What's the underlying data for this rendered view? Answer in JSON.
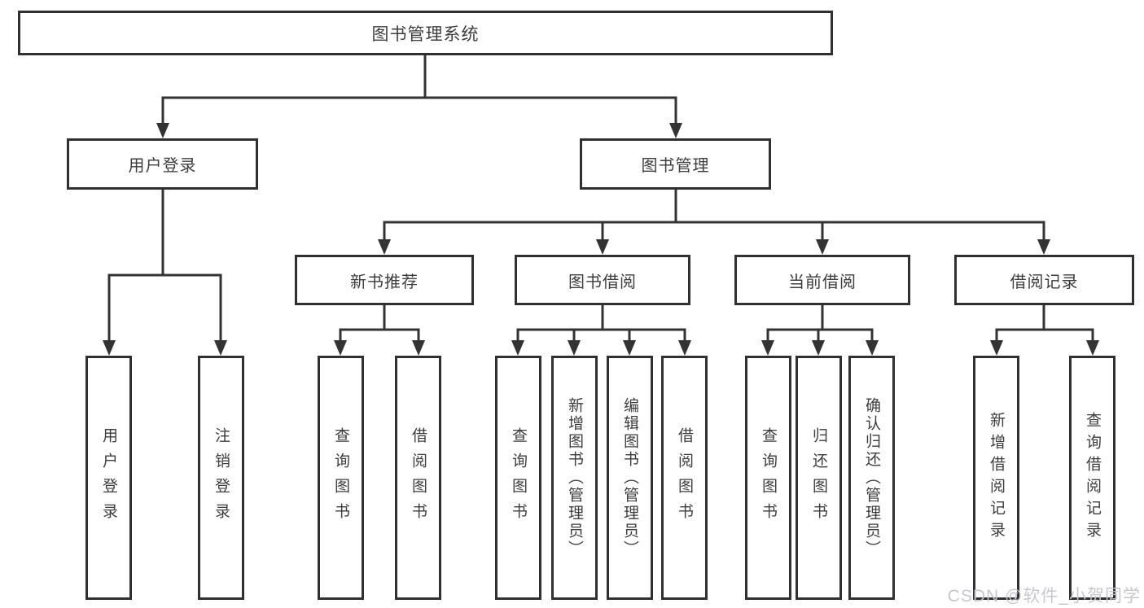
{
  "diagram": {
    "root": {
      "label": "图书管理系统"
    },
    "level2": [
      {
        "label": "用户登录"
      },
      {
        "label": "图书管理"
      }
    ],
    "level3": [
      {
        "label": "新书推荐"
      },
      {
        "label": "图书借阅"
      },
      {
        "label": "当前借阅"
      },
      {
        "label": "借阅记录"
      }
    ],
    "leaves": [
      {
        "label": "用户登录",
        "parent": "用户登录"
      },
      {
        "label": "注销登录",
        "parent": "用户登录"
      },
      {
        "label": "查询图书",
        "parent": "新书推荐"
      },
      {
        "label": "借阅图书",
        "parent": "新书推荐"
      },
      {
        "label": "查询图书",
        "parent": "图书借阅"
      },
      {
        "label": "新增图书（管理员）",
        "parent": "图书借阅"
      },
      {
        "label": "编辑图书（管理员）",
        "parent": "图书借阅"
      },
      {
        "label": "借阅图书",
        "parent": "图书借阅"
      },
      {
        "label": "查询图书",
        "parent": "当前借阅"
      },
      {
        "label": "归还图书",
        "parent": "当前借阅"
      },
      {
        "label": "确认归还（管理员）",
        "parent": "当前借阅"
      },
      {
        "label": "新增借阅记录",
        "parent": "借阅记录"
      },
      {
        "label": "查询借阅记录",
        "parent": "借阅记录"
      }
    ],
    "colors": {
      "line": "#333333",
      "text": "#3d3d3d",
      "box_background": "#ffffff"
    }
  },
  "watermark": {
    "text": "CSDN @软件_小贺同学"
  }
}
